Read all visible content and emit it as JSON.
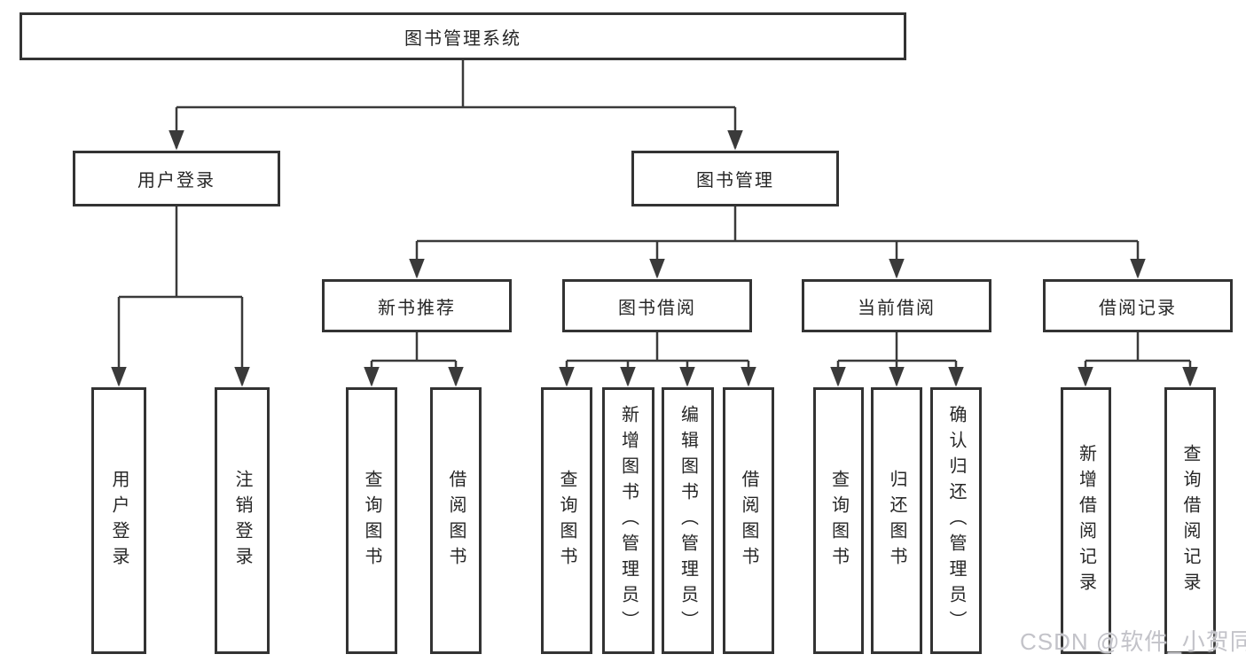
{
  "colors": {
    "line": "#3a3a3a",
    "box_border": "#333333",
    "text": "#262626",
    "background": "#ffffff",
    "watermark": "#c0c0c6"
  },
  "tree": {
    "root": {
      "label": "图书管理系统"
    },
    "branches": [
      {
        "label": "用户登录",
        "children": [
          {
            "label": "用户登录"
          },
          {
            "label": "注销登录"
          }
        ]
      },
      {
        "label": "图书管理",
        "children": [
          {
            "label": "新书推荐",
            "children": [
              {
                "label": "查询图书"
              },
              {
                "label": "借阅图书"
              }
            ]
          },
          {
            "label": "图书借阅",
            "children": [
              {
                "label": "查询图书"
              },
              {
                "label": "新增图书（管理员）"
              },
              {
                "label": "编辑图书（管理员）"
              },
              {
                "label": "借阅图书"
              }
            ]
          },
          {
            "label": "当前借阅",
            "children": [
              {
                "label": "查询图书"
              },
              {
                "label": "归还图书"
              },
              {
                "label": "确认归还（管理员）"
              }
            ]
          },
          {
            "label": "借阅记录",
            "children": [
              {
                "label": "新增借阅记录"
              },
              {
                "label": "查询借阅记录"
              }
            ]
          }
        ]
      }
    ]
  },
  "watermark": {
    "text": "CSDN @软件_小贺同学"
  }
}
